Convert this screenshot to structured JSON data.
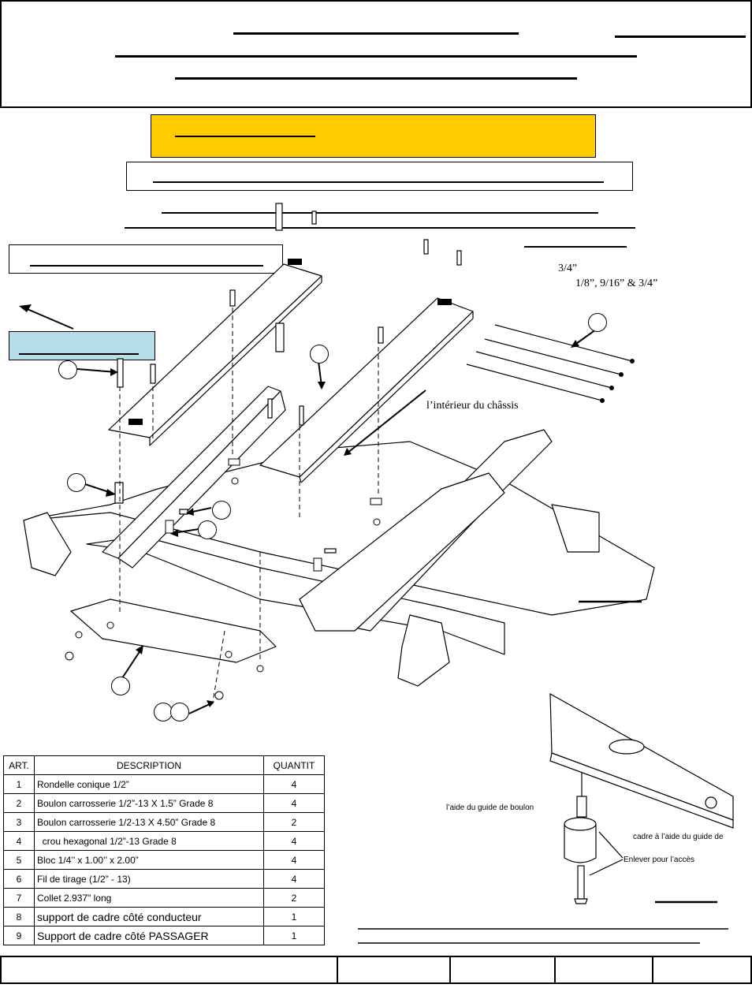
{
  "notes": {
    "bolt_sizes_line1": "3/4”",
    "bolt_sizes_line2": "1/8”, 9/16” & 3/4”",
    "frame_inside": "l’intérieur du châssis",
    "guide_bolt_label": "l’aide du guide de boulon",
    "frame_guide_label": "cadre à l’aide du guide de",
    "remove_access_label": "Enlever pour l’accès"
  },
  "parts_table": {
    "headers": [
      "ART.",
      "DESCRIPTION",
      "QUANTIT"
    ],
    "rows": [
      {
        "art": "1",
        "description": "Rondelle conique 1/2”",
        "qty": "4"
      },
      {
        "art": "2",
        "description": "Boulon carrosserie 1/2”-13 X 1.5” Grade 8",
        "qty": "4"
      },
      {
        "art": "3",
        "description": "Boulon carrosserie 1/2-13 X 4.50” Grade 8",
        "qty": "2"
      },
      {
        "art": "4",
        "description": "  crou hexagonal 1/2”-13 Grade 8",
        "qty": "4"
      },
      {
        "art": "5",
        "description": "Bloc 1/4’’ x 1.00’’ x 2.00”",
        "qty": "4"
      },
      {
        "art": "6",
        "description": "Fil de tirage (1/2” - 13)",
        "qty": "4"
      },
      {
        "art": "7",
        "description": "Collet 2.937\" long",
        "qty": "2"
      },
      {
        "art": "8",
        "description": "support de cadre côté conducteur",
        "qty": "1"
      },
      {
        "art": "9",
        "description": "Support de cadre côté PASSAGER",
        "qty": "1"
      }
    ]
  }
}
